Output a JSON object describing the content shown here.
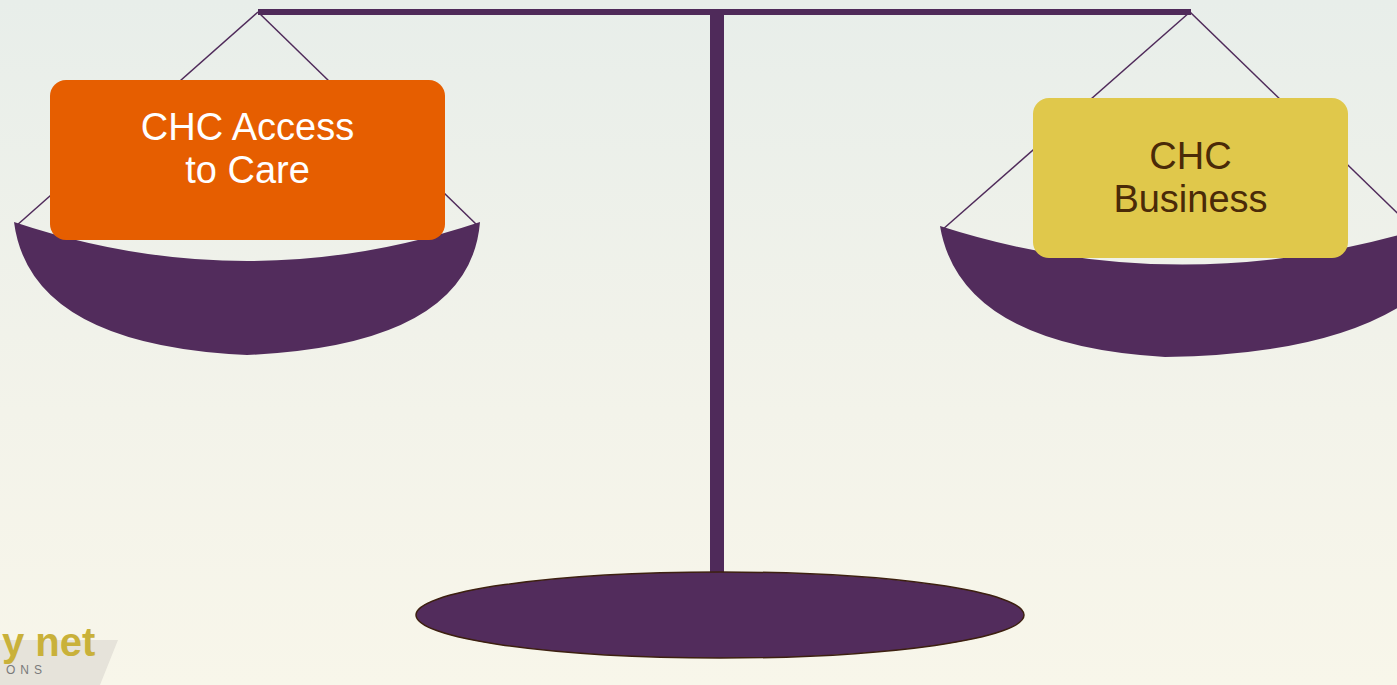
{
  "diagram": {
    "nodes": [
      {
        "text": [
          "CHC Access to Care"
        ]
      },
      {
        "text": [
          "CHC Business"
        ]
      }
    ],
    "labels": [
      "y net",
      "ONS"
    ]
  }
}
